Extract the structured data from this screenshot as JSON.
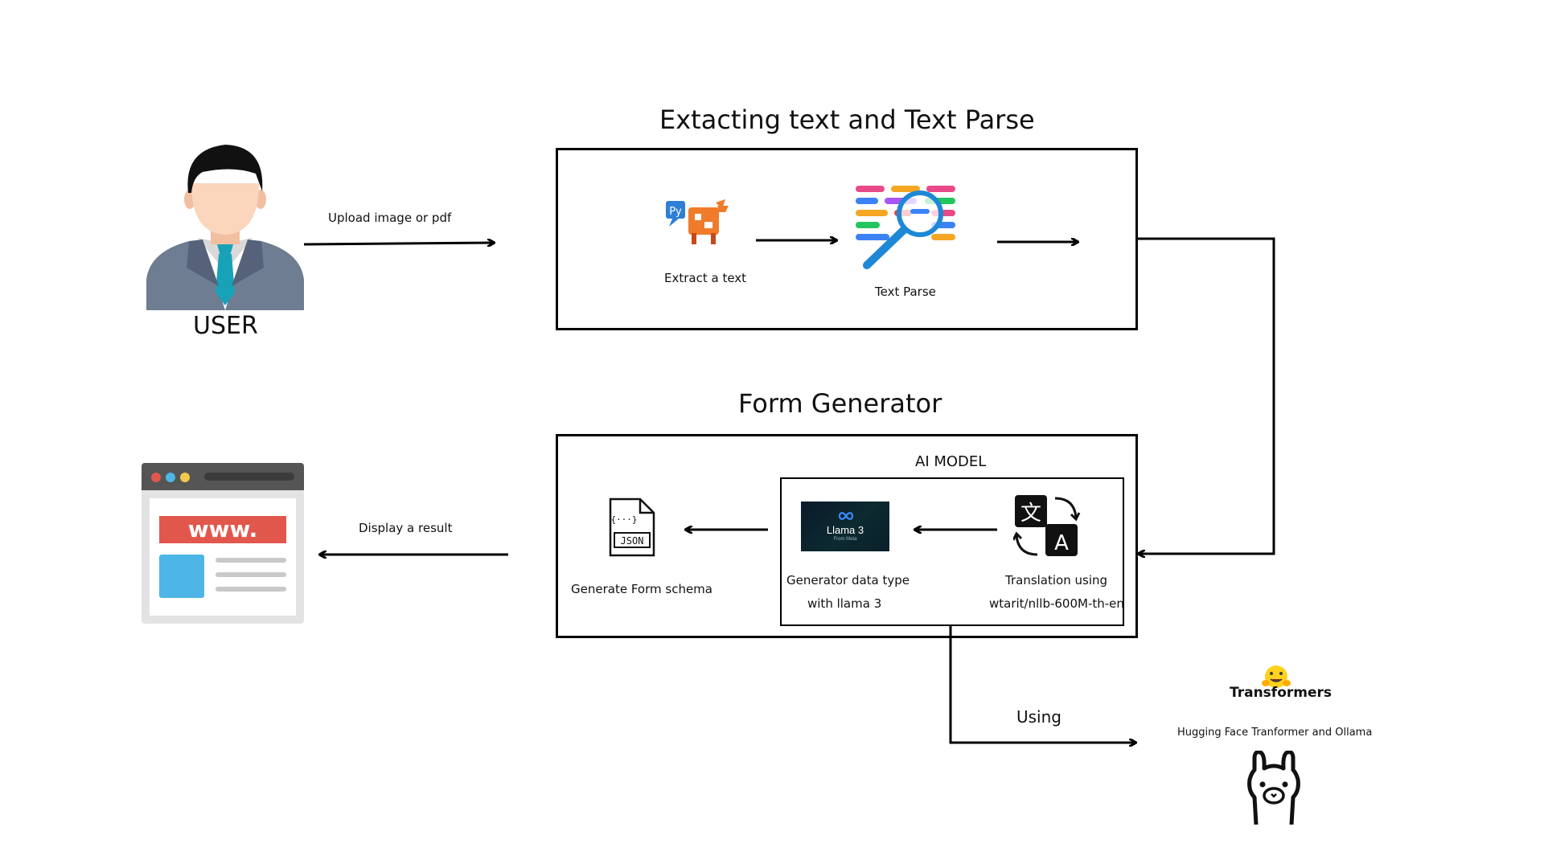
{
  "diagram": {
    "user_label": "USER",
    "upload_label": "Upload image or pdf",
    "extract_section_title": "Extacting text and Text Parse",
    "extract_label": "Extract a text",
    "parse_label": "Text Parse",
    "form_section_title": "Form Generator",
    "ai_model_label": "AI MODEL",
    "generate_schema_label": "Generate Form schema",
    "generator_label_line1": "Generator data type",
    "generator_label_line2": "with llama 3",
    "translation_label_line1": "Translation using",
    "translation_label_line2": "wtarit/nllb-600M-th-en",
    "display_result_label": "Display a result",
    "using_label": "Using",
    "transformers_logo_text": "Transformers",
    "huggingface_label": "Hugging Face Tranformer and Ollama",
    "www_text": "www.",
    "json_icon_text": "JSON",
    "json_braces_text": "{···}",
    "llama_logo_text": "Llama 3",
    "llama_logo_subtext": "From Meta",
    "py_text": "Py",
    "translate_glyph_1": "文",
    "translate_glyph_2": "A"
  },
  "colors": {
    "line": "#000000",
    "suit": "#6f7d92",
    "tie": "#17a2b8",
    "skin": "#fcd5bd",
    "hair": "#111111",
    "browser_bar": "#555555",
    "www_red": "#e2574c",
    "tile_blue": "#4db6e6"
  }
}
